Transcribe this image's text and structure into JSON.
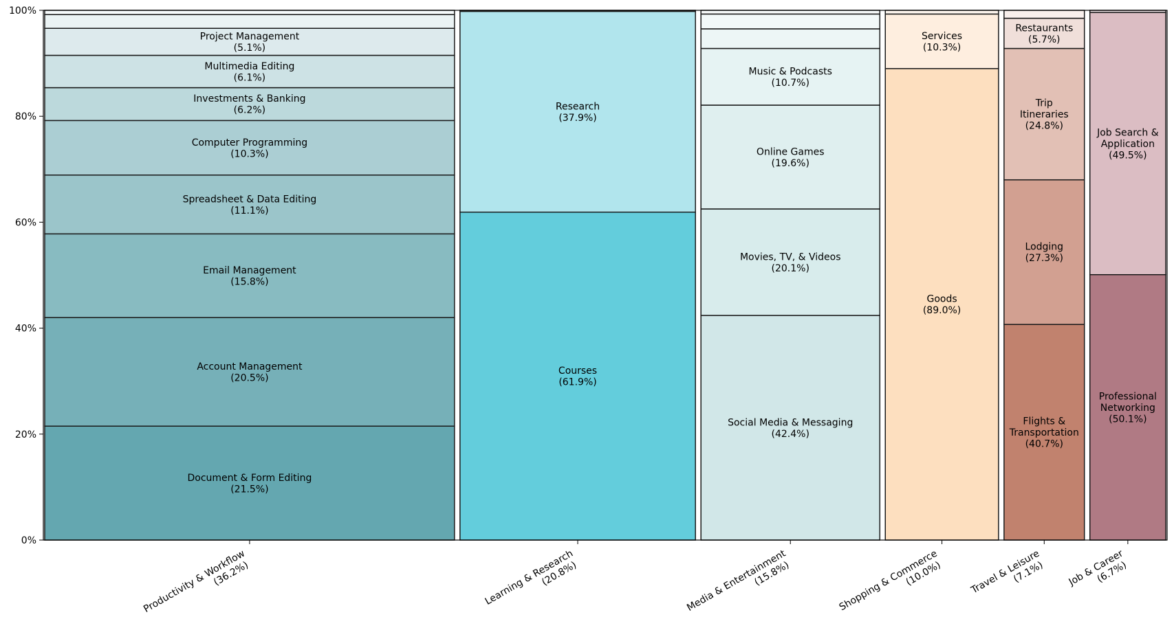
{
  "chart_data": {
    "type": "mosaic",
    "title": "",
    "xlabel": "",
    "ylabel": "",
    "ylim": [
      0,
      100
    ],
    "yticks": [
      "0%",
      "20%",
      "40%",
      "60%",
      "80%",
      "100%"
    ],
    "grid": false,
    "legend": "none",
    "edge_color": "#1a1a1a",
    "categories": [
      {
        "name": "Productivity & Workflow",
        "share": "(36.2%)",
        "value": 36.2,
        "base_color": "#5fa3ab",
        "segments": [
          {
            "label": "Document & Form Editing",
            "pct_label": "(21.5%)",
            "value": 21.5,
            "color": "#64a7b0"
          },
          {
            "label": "Account Management",
            "pct_label": "(20.5%)",
            "value": 20.5,
            "color": "#76b0b8"
          },
          {
            "label": "Email Management",
            "pct_label": "(15.8%)",
            "value": 15.8,
            "color": "#88bbc1"
          },
          {
            "label": "Spreadsheet & Data Editing",
            "pct_label": "(11.1%)",
            "value": 11.1,
            "color": "#9bc5ca"
          },
          {
            "label": "Computer Programming",
            "pct_label": "(10.3%)",
            "value": 10.3,
            "color": "#abced3"
          },
          {
            "label": "Investments & Banking",
            "pct_label": "(6.2%)",
            "value": 6.2,
            "color": "#bcd9dc"
          },
          {
            "label": "Multimedia Editing",
            "pct_label": "(6.1%)",
            "value": 6.1,
            "color": "#cde2e5"
          },
          {
            "label": "Project Management",
            "pct_label": "(5.1%)",
            "value": 5.1,
            "color": "#ddeaed"
          },
          {
            "label": "",
            "pct_label": "",
            "value": 2.6,
            "color": "#ebf3f4"
          },
          {
            "label": "",
            "pct_label": "",
            "value": 0.8,
            "color": "#f6fafb"
          }
        ]
      },
      {
        "name": "Learning & Research",
        "share": "(20.8%)",
        "value": 20.8,
        "base_color": "#62cddc",
        "segments": [
          {
            "label": "Courses",
            "pct_label": "(61.9%)",
            "value": 61.9,
            "color": "#63cddc"
          },
          {
            "label": "Research",
            "pct_label": "(37.9%)",
            "value": 37.9,
            "color": "#b1e5ed"
          },
          {
            "label": "",
            "pct_label": "",
            "value": 0.2,
            "color": "#e3f6f9"
          }
        ]
      },
      {
        "name": "Media & Entertainment",
        "share": "(15.8%)",
        "value": 15.8,
        "base_color": "#d1e7e8",
        "segments": [
          {
            "label": "Social Media & Messaging",
            "pct_label": "(42.4%)",
            "value": 42.4,
            "color": "#d1e7e8"
          },
          {
            "label": "Movies, TV, & Videos",
            "pct_label": "(20.1%)",
            "value": 20.1,
            "color": "#d8ecec"
          },
          {
            "label": "Online Games",
            "pct_label": "(19.6%)",
            "value": 19.6,
            "color": "#dfefef"
          },
          {
            "label": "Music & Podcasts",
            "pct_label": "(10.7%)",
            "value": 10.7,
            "color": "#e6f3f3"
          },
          {
            "label": "",
            "pct_label": "",
            "value": 3.7,
            "color": "#edf6f6"
          },
          {
            "label": "",
            "pct_label": "",
            "value": 2.8,
            "color": "#f3f9f9"
          },
          {
            "label": "",
            "pct_label": "",
            "value": 0.7,
            "color": "#f9fcfc"
          }
        ]
      },
      {
        "name": "Shopping & Commerce",
        "share": "(10.0%)",
        "value": 10.0,
        "base_color": "#fddfbf",
        "segments": [
          {
            "label": "Goods",
            "pct_label": "(89.0%)",
            "value": 89.0,
            "color": "#fddfbf"
          },
          {
            "label": "Services",
            "pct_label": "(10.3%)",
            "value": 10.3,
            "color": "#feeedf"
          },
          {
            "label": "",
            "pct_label": "",
            "value": 0.7,
            "color": "#fff7ef"
          }
        ]
      },
      {
        "name": "Travel & Leisure",
        "share": "(7.1%)",
        "value": 7.1,
        "base_color": "#c1826e",
        "segments": [
          {
            "label": "Flights & Transportation",
            "pct_label": "(40.7%)",
            "value": 40.7,
            "color": "#c1826e"
          },
          {
            "label": "Lodging",
            "pct_label": "(27.3%)",
            "value": 27.3,
            "color": "#d2a091"
          },
          {
            "label": "Trip Itineraries",
            "pct_label": "(24.8%)",
            "value": 24.8,
            "color": "#e2c0b5"
          },
          {
            "label": "Restaurants",
            "pct_label": "(5.7%)",
            "value": 5.7,
            "color": "#f0dfda"
          },
          {
            "label": "",
            "pct_label": "",
            "value": 1.5,
            "color": "#f8efec"
          }
        ]
      },
      {
        "name": "Job & Career",
        "share": "(6.7%)",
        "value": 6.7,
        "base_color": "#b07a84",
        "segments": [
          {
            "label": "Professional Networking",
            "pct_label": "(50.1%)",
            "value": 50.1,
            "color": "#b07a84"
          },
          {
            "label": "Job Search & Application",
            "pct_label": "(49.5%)",
            "value": 49.5,
            "color": "#dbbdc3"
          },
          {
            "label": "",
            "pct_label": "",
            "value": 0.4,
            "color": "#f3e7ea"
          }
        ]
      }
    ]
  }
}
